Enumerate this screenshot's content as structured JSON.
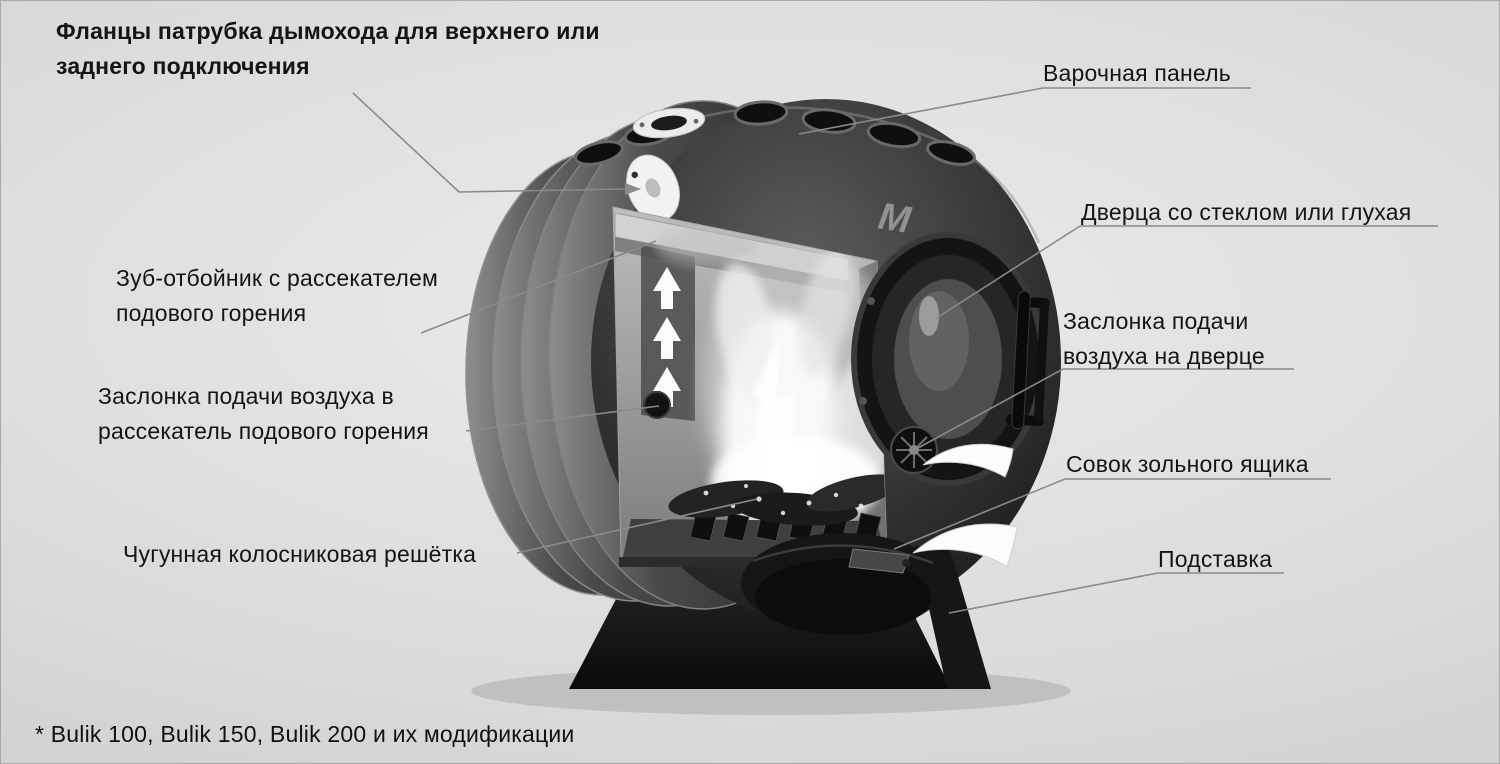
{
  "colors": {
    "background": "#d9d9d9",
    "label_text": "#141414",
    "leader_line": "#8a8a8a",
    "stove_dark": "#1a1a1a",
    "flame_light": "#f2f2f2"
  },
  "labels": {
    "chimney_flanges": {
      "text": "Фланцы патрубка дымохода для верхнего или\nзаднего подключения"
    },
    "cooking_panel": {
      "text": "Варочная панель"
    },
    "door": {
      "text": "Дверца со стеклом или глухая"
    },
    "deflector_tooth": {
      "text": "Зуб-отбойник с рассекателем\nподового горения"
    },
    "splitter_air_damper": {
      "text": "Заслонка подачи воздуха в\nрассекатель подового горения"
    },
    "door_air_damper": {
      "text": "Заслонка подачи\nвоздуха на дверце"
    },
    "ash_scoop": {
      "text": "Совок зольного ящика"
    },
    "grate": {
      "text": "Чугунная колосниковая решётка"
    },
    "stand": {
      "text": "Подставка"
    }
  },
  "footnote": {
    "text": "* Bulik 100, Bulik 150, Bulik 200 и их модификации"
  },
  "illustration": {
    "logo_text": "М"
  }
}
